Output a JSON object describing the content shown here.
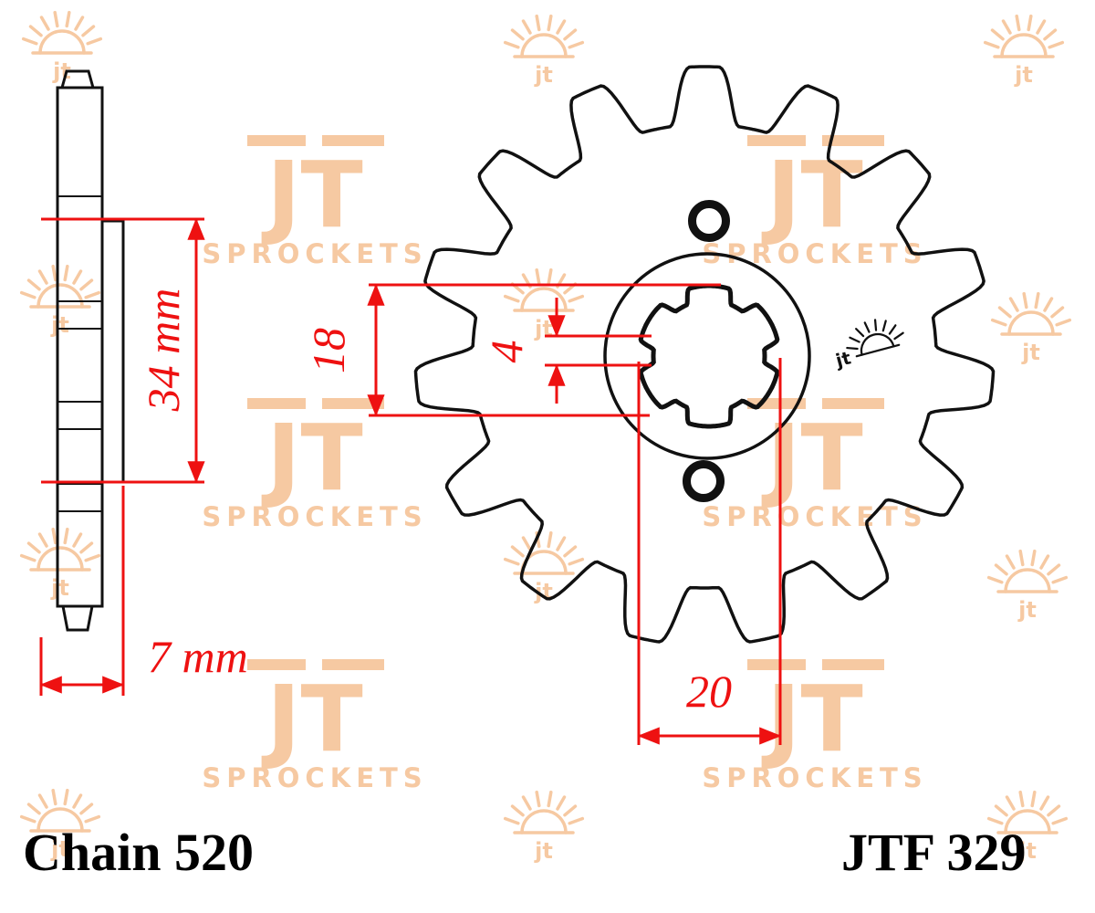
{
  "drawing": {
    "line_color": "#111111",
    "dimension_color": "#ee1111",
    "teeth_count": 15
  },
  "dimensions": {
    "hub_width": "34 mm",
    "bore_depth": "18",
    "spline_depth": "4",
    "tooth_width": "7 mm",
    "spline_diameter": "20"
  },
  "labels": {
    "chain": "Chain 520",
    "part_number": "JTF 329"
  },
  "watermark": {
    "brand": "JT",
    "name": "SPROCKETS",
    "small_logo": "jt",
    "color": "#f6c9a2"
  }
}
